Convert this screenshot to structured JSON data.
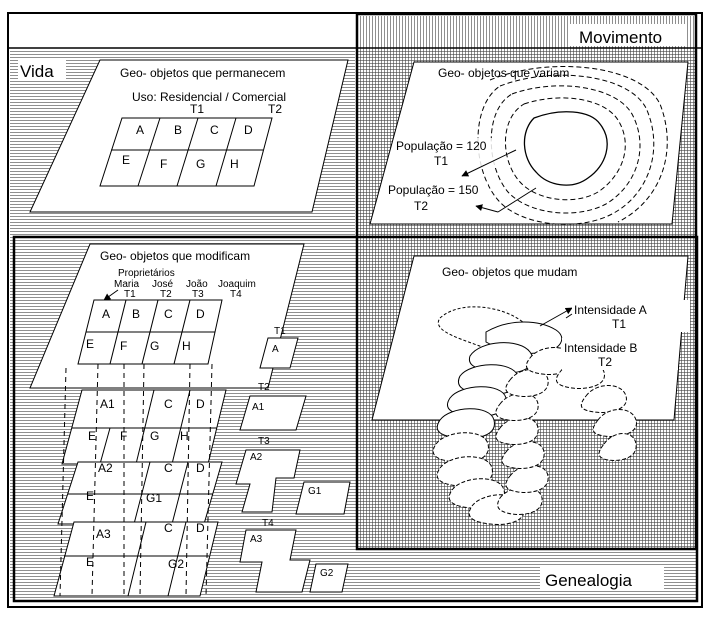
{
  "quadrants": {
    "movimento": "Movimento",
    "vida": "Vida",
    "genealogia": "Genealogia"
  },
  "panel_permanecem": {
    "title": "Geo- objetos que permanecem",
    "uso": "Uso: Residencial / Comercial",
    "t1": "T1",
    "t2": "T2",
    "cells": [
      "A",
      "B",
      "C",
      "D",
      "E",
      "F",
      "G",
      "H"
    ]
  },
  "panel_variam": {
    "title": "Geo- objetos que variam",
    "pop1": "População = 120",
    "t1": "T1",
    "pop2": "População = 150",
    "t2": "T2"
  },
  "panel_modificam": {
    "title": "Geo- objetos que modificam",
    "proprietarios": "Proprietários",
    "owners": [
      "Maria",
      "José",
      "João",
      "Joaquim"
    ],
    "owner_times": [
      "T1",
      "T2",
      "T3",
      "T4"
    ],
    "top_cells": [
      "A",
      "B",
      "C",
      "D",
      "E",
      "F",
      "G",
      "H"
    ],
    "layer2": [
      "A1",
      "C",
      "D",
      "E",
      "F",
      "G",
      "H"
    ],
    "layer3": [
      "A2",
      "C",
      "D",
      "E",
      "G1"
    ],
    "layer4": [
      "A3",
      "C",
      "D",
      "E",
      "G2"
    ],
    "side_times": [
      "T1",
      "T2",
      "T3",
      "T4"
    ],
    "side_shapes": [
      "A",
      "A1",
      "A2",
      "G1",
      "A3",
      "G2"
    ]
  },
  "panel_mudam": {
    "title": "Geo- objetos que mudam",
    "intA": "Intensidade A",
    "t1": "T1",
    "intB": "Intensidade B",
    "t2": "T2"
  },
  "colors": {
    "line": "#000000",
    "background": "#ffffff",
    "hatch": "#000000"
  }
}
